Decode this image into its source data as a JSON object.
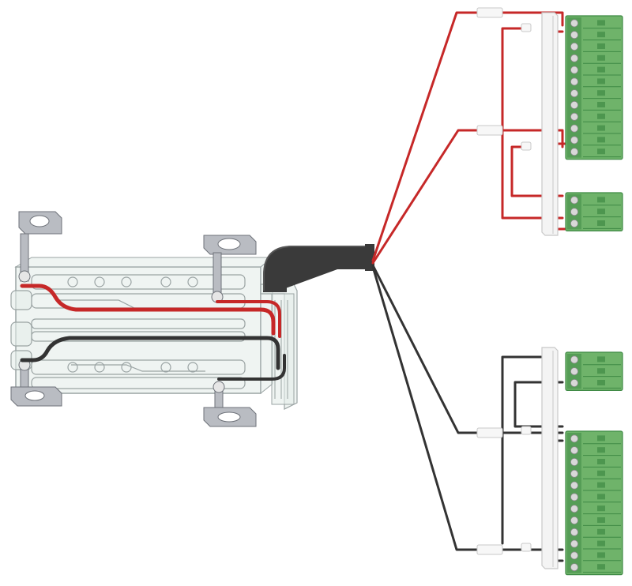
{
  "figure": {
    "background": "#ffffff",
    "colors": {
      "red_wire": "#c62828",
      "black_wire": "#333333",
      "cable_jacket": "#3a3a3a",
      "terminal_green": "#6fb36a",
      "terminal_green_dark": "#3f8a45",
      "terminal_screw": "#d8d8d8",
      "rail_white": "#f4f4f4",
      "rail_outline": "#c8c8c8",
      "bracket_metal": "#b9bcc2",
      "bracket_dark": "#6e7279",
      "board_glass": "#e4ecea",
      "board_outline": "#9aa3a3"
    },
    "terminal_blocks": [
      {
        "group": "red",
        "poles": 12
      },
      {
        "group": "red",
        "poles": 3
      },
      {
        "group": "black",
        "poles": 3
      },
      {
        "group": "black",
        "poles": 12
      }
    ]
  }
}
